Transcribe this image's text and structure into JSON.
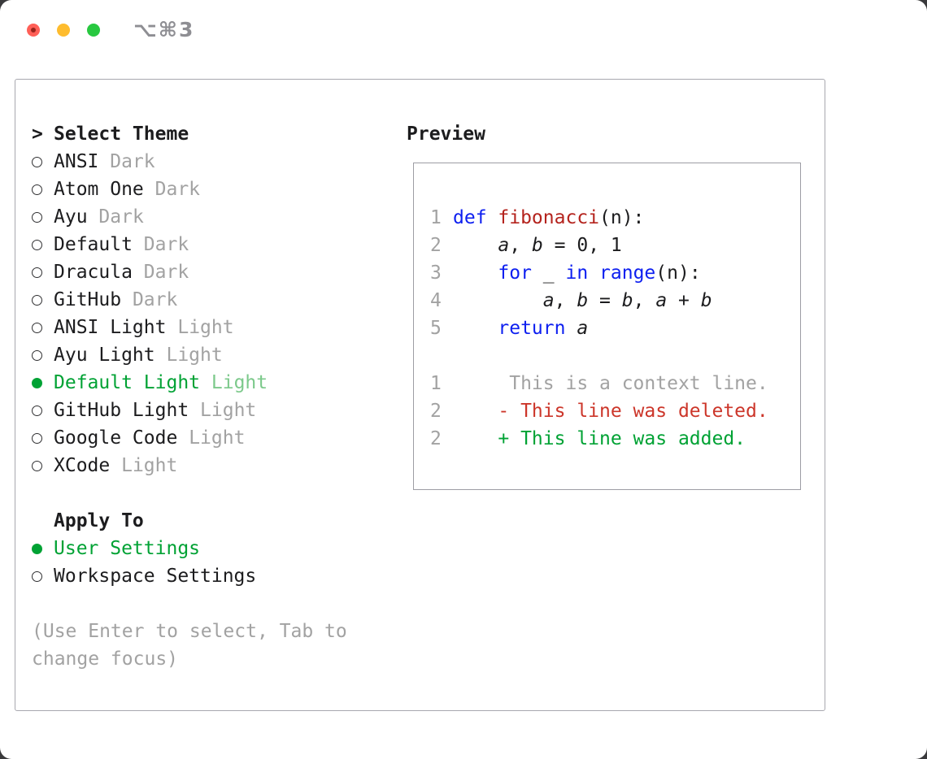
{
  "window": {
    "shortcut": "⌥⌘3",
    "traffic_lights": [
      "close-icon",
      "minimize-icon",
      "zoom-icon"
    ]
  },
  "theme_selector": {
    "prompt": ">",
    "title": "Select Theme",
    "items": [
      {
        "name": "ANSI",
        "variant": "Dark",
        "selected": false
      },
      {
        "name": "Atom One",
        "variant": "Dark",
        "selected": false
      },
      {
        "name": "Ayu",
        "variant": "Dark",
        "selected": false
      },
      {
        "name": "Default",
        "variant": "Dark",
        "selected": false
      },
      {
        "name": "Dracula",
        "variant": "Dark",
        "selected": false
      },
      {
        "name": "GitHub",
        "variant": "Dark",
        "selected": false
      },
      {
        "name": "ANSI Light",
        "variant": "Light",
        "selected": false
      },
      {
        "name": "Ayu Light",
        "variant": "Light",
        "selected": false
      },
      {
        "name": "Default Light",
        "variant": "Light",
        "selected": true
      },
      {
        "name": "GitHub Light",
        "variant": "Light",
        "selected": false
      },
      {
        "name": "Google Code",
        "variant": "Light",
        "selected": false
      },
      {
        "name": "XCode",
        "variant": "Light",
        "selected": false
      }
    ]
  },
  "apply_to": {
    "title": "Apply To",
    "items": [
      {
        "label": "User Settings",
        "selected": true
      },
      {
        "label": "Workspace Settings",
        "selected": false
      }
    ]
  },
  "hint": {
    "text": "(Use Enter to select, Tab to change focus)"
  },
  "preview": {
    "title": "Preview",
    "code_lines": [
      {
        "num": "1",
        "segments": [
          {
            "text": "def ",
            "style": "keyword"
          },
          {
            "text": "fibonacci",
            "style": "function"
          },
          {
            "text": "(n):",
            "style": "plain"
          }
        ]
      },
      {
        "num": "2",
        "segments": [
          {
            "text": "    ",
            "style": "plain"
          },
          {
            "text": "a",
            "style": "variable"
          },
          {
            "text": ", ",
            "style": "plain"
          },
          {
            "text": "b",
            "style": "variable"
          },
          {
            "text": " = 0, 1",
            "style": "plain"
          }
        ]
      },
      {
        "num": "3",
        "segments": [
          {
            "text": "    ",
            "style": "plain"
          },
          {
            "text": "for",
            "style": "keyword"
          },
          {
            "text": " _ ",
            "style": "plain"
          },
          {
            "text": "in",
            "style": "keyword"
          },
          {
            "text": " ",
            "style": "plain"
          },
          {
            "text": "range",
            "style": "keyword"
          },
          {
            "text": "(n):",
            "style": "plain"
          }
        ]
      },
      {
        "num": "4",
        "segments": [
          {
            "text": "        ",
            "style": "plain"
          },
          {
            "text": "a",
            "style": "variable"
          },
          {
            "text": ", ",
            "style": "plain"
          },
          {
            "text": "b",
            "style": "variable"
          },
          {
            "text": " = ",
            "style": "plain"
          },
          {
            "text": "b",
            "style": "variable"
          },
          {
            "text": ", ",
            "style": "plain"
          },
          {
            "text": "a",
            "style": "variable"
          },
          {
            "text": " + ",
            "style": "plain"
          },
          {
            "text": "b",
            "style": "variable"
          }
        ]
      },
      {
        "num": "5",
        "segments": [
          {
            "text": "    ",
            "style": "plain"
          },
          {
            "text": "return",
            "style": "keyword"
          },
          {
            "text": " ",
            "style": "plain"
          },
          {
            "text": "a",
            "style": "variable"
          }
        ]
      }
    ],
    "diff_lines": [
      {
        "num": "1",
        "text": "     This is a context line.",
        "type": "context"
      },
      {
        "num": "2",
        "text": "    - This line was deleted.",
        "type": "deleted"
      },
      {
        "num": "2",
        "text": "    + This line was added.",
        "type": "added"
      }
    ]
  },
  "colors": {
    "accent_green": "#00a234",
    "suffix_green": "#7cc98b",
    "added_green": "#00a234",
    "deleted_red": "#cc362a",
    "function_red": "#b4231d",
    "keyword_blue": "#0d1ff0",
    "muted_gray": "#a2a2a2",
    "text_black": "#1c1c1e",
    "code_text": "#1c1c1e",
    "border_outer": "#a8a8af",
    "border_inner": "#9d9da4",
    "traffic_red": "#ff5f57",
    "traffic_red_dot": "#99241c",
    "traffic_yellow": "#febc2e",
    "traffic_green": "#28c840"
  }
}
